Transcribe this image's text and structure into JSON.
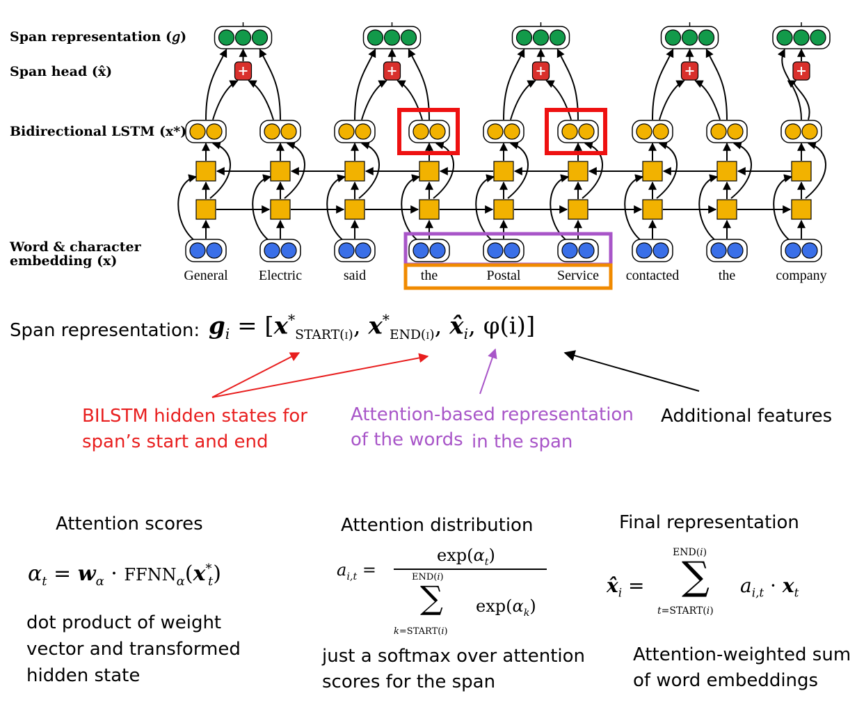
{
  "row_labels": {
    "span_rep": "Span representation (𝑔)",
    "span_head": "Span head (x̂)",
    "bilstm": "Bidirectional LSTM (x*)",
    "embed_line1": "Word & character",
    "embed_line2": "embedding (x)"
  },
  "words": [
    "General",
    "Electric",
    "said",
    "the",
    "Postal",
    "Service",
    "contacted",
    "the",
    "company"
  ],
  "span_equation": {
    "prefix": "Span representation:",
    "g": "g",
    "i": "i",
    "start_sub": "START(i)",
    "end_sub": "END(i)",
    "phi": "φ(i)"
  },
  "annotations": {
    "red_line1": "BILSTM hidden states for",
    "red_line2": "span’s start and end",
    "purple_line1": "Attention-based representation",
    "purple_line2a": "of the words",
    "purple_line2b": "in the span",
    "black": "Additional features"
  },
  "sections": {
    "scores_title": "Attention scores",
    "scores_desc": [
      "dot product of weight",
      "vector and transformed",
      "hidden state"
    ],
    "dist_title": "Attention distribution",
    "dist_desc": [
      "just a softmax over attention",
      "scores for the span"
    ],
    "final_title": "Final representation",
    "final_desc": [
      "Attention-weighted sum",
      "of word embeddings"
    ]
  },
  "colors": {
    "green": "#129a4a",
    "red_node": "#d9302c",
    "orange_node": "#f2b200",
    "blue_node": "#3a6fe8",
    "highlight_red": "#ee1111",
    "highlight_purple": "#a855c8",
    "highlight_orange": "#f08a00",
    "annot_red": "#e81e1e",
    "annot_purple": "#a855c8"
  }
}
